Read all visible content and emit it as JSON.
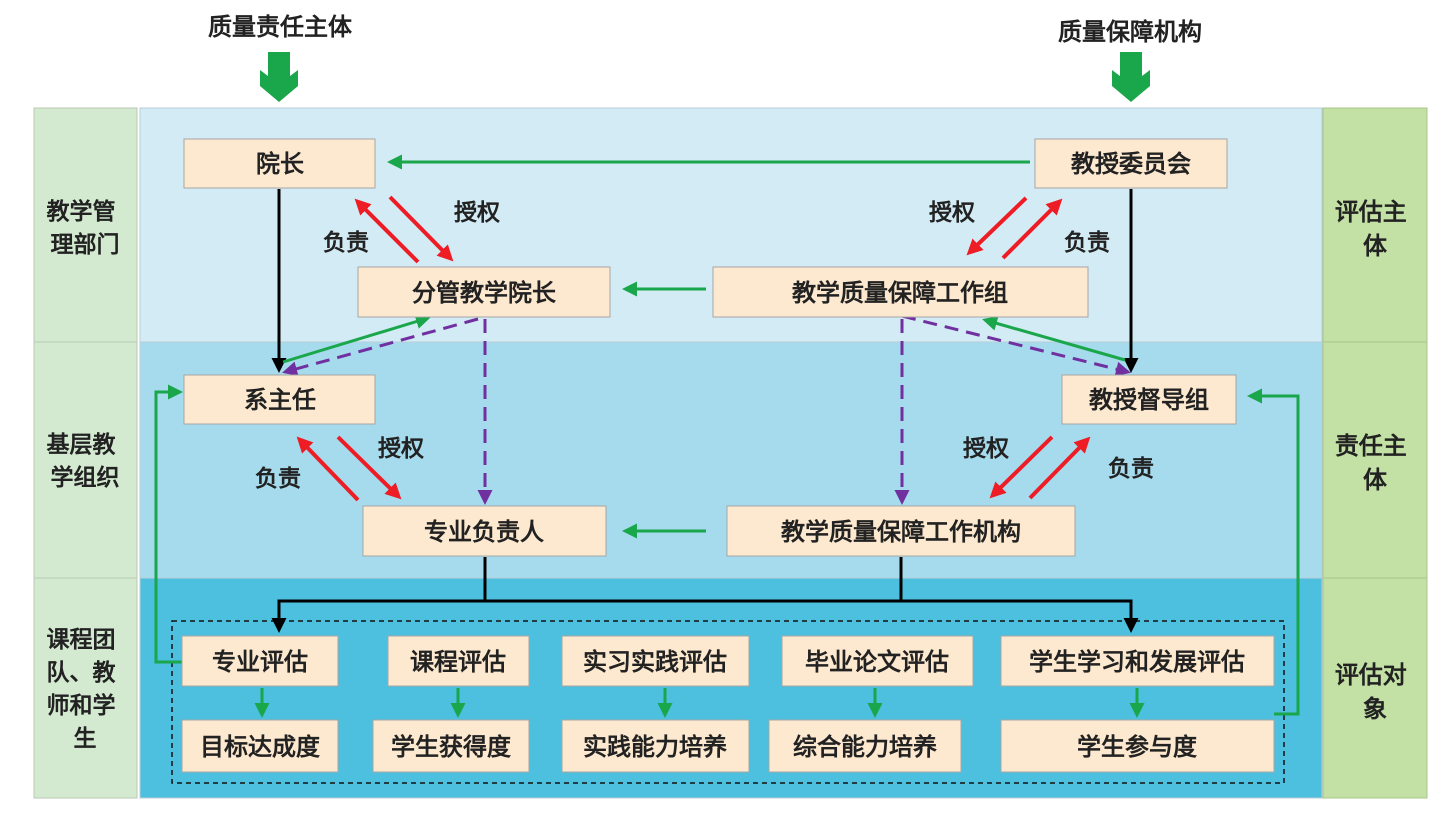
{
  "top_labels": {
    "responsibility_subject": "质量责任主体",
    "assurance_org": "质量保障机构"
  },
  "left_column": {
    "band1": [
      "教学管",
      "理部门"
    ],
    "band2": [
      "基层教",
      "学组织"
    ],
    "band3": [
      "课程团",
      "队、教",
      "师和学",
      "生"
    ]
  },
  "right_column": {
    "band1": [
      "评估主",
      "体"
    ],
    "band2": [
      "责任主",
      "体"
    ],
    "band3": [
      "评估对",
      "象"
    ]
  },
  "nodes": {
    "dean": "院长",
    "professor_committee": "教授委员会",
    "vice_dean": "分管教学院长",
    "qa_working_group": "教学质量保障工作组",
    "dept_head": "系主任",
    "supervision_group": "教授督导组",
    "major_leader": "专业负责人",
    "qa_working_org": "教学质量保障工作机构"
  },
  "arrow_labels": {
    "authorize_1": "授权",
    "responsible_1": "负责",
    "authorize_2": "授权",
    "responsible_2": "负责",
    "authorize_3": "授权",
    "responsible_3": "负责",
    "authorize_4": "授权",
    "responsible_4": "负责"
  },
  "evaluations": {
    "major": "专业评估",
    "course": "课程评估",
    "practice": "实习实践评估",
    "thesis": "毕业论文评估",
    "student": "学生学习和发展评估"
  },
  "outcomes": {
    "goal": "目标达成度",
    "gain": "学生获得度",
    "practice_ability": "实践能力培养",
    "comprehensive": "综合能力培养",
    "participation": "学生参与度"
  },
  "colors": {
    "band1": "#d2ebf5",
    "band2": "#a6dbed",
    "band3": "#4ec0df",
    "side_left": "#d3ead0",
    "side_right": "#c3e0a5",
    "box_fill": "#fde9cf",
    "green_arrow": "#1aa64a",
    "red_arrow": "#ee1c25",
    "purple_dash": "#7030a0"
  }
}
